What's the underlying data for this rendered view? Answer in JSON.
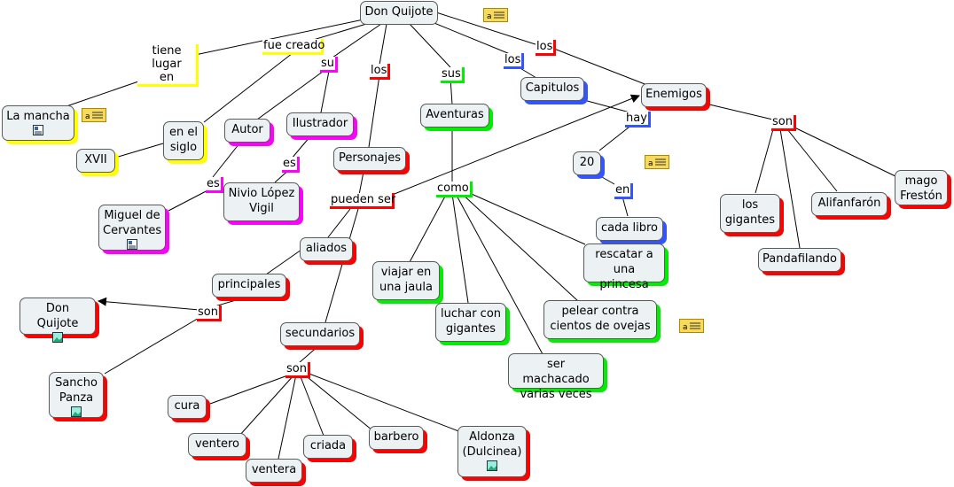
{
  "root": "Don Quijote",
  "nodes": {
    "la_mancha": "La mancha",
    "xvii": "XVII",
    "en_el_siglo": "en el\nsiglo",
    "autor": "Autor",
    "ilustrador": "Ilustrador",
    "miguel": "Miguel de\nCervantes",
    "nivio": "Nivio López\nVigil",
    "personajes": "Personajes",
    "aventuras": "Aventuras",
    "capitulos": "Capitulos",
    "enemigos": "Enemigos",
    "veinte": "20",
    "cada_libro": "cada libro",
    "aliados": "aliados",
    "principales": "principales",
    "don_quijote_2": "Don Quijote",
    "sancho": "Sancho\nPanza",
    "secundarios": "secundarios",
    "cura": "cura",
    "ventero": "ventero",
    "ventera": "ventera",
    "criada": "criada",
    "barbero": "barbero",
    "aldonza": "Aldonza\n(Dulcinea)",
    "viajar": "viajar en\nuna jaula",
    "luchar": "luchar con\ngigantes",
    "machacado": "ser machacado\nvarias veces",
    "ovejas": "pelear contra\ncientos de ovejas",
    "princesa": "rescatar a\nuna princesa",
    "gigantes": "los\ngigantes",
    "pandafilando": "Pandafilando",
    "alifanfaron": "Alifanfarón",
    "freston": "mago\nFrestón"
  },
  "links": {
    "tiene_lugar": "tiene lugar\nen",
    "fue_creado": "fue creado",
    "su": "su",
    "los_1": "los",
    "sus": "sus",
    "los_2": "los",
    "los_3": "los",
    "es_1": "es",
    "es_2": "es",
    "pueden_ser": "pueden ser",
    "como": "como",
    "hay": "hay",
    "en": "en",
    "son_1": "son",
    "son_2": "son",
    "son_3": "son"
  },
  "colors": {
    "node_bg": "#ecf1f3",
    "red": "#ff0000",
    "yellow": "#ffff00",
    "magenta": "#ff00ff",
    "green": "#00ee00",
    "blue": "#3355ff"
  },
  "icons": [
    "note-icon",
    "image-icon"
  ]
}
